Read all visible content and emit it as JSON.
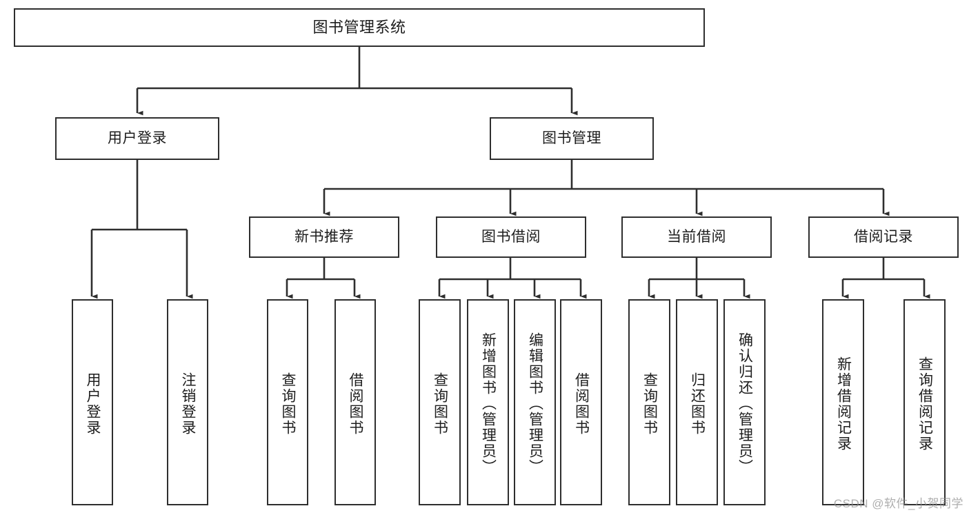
{
  "diagram": {
    "type": "tree-hierarchy",
    "title": "图书管理系统",
    "watermark": "CSDN @软件_小贺同学",
    "colors": {
      "box_stroke": "#2e2e2e",
      "box_fill": "#ffffff",
      "connector": "#2e2e2e",
      "text": "#1d1d1d",
      "watermark": "#8f8f8f",
      "background": "#ffffff"
    },
    "nodes": {
      "root": {
        "label": "图书管理系统",
        "orientation": "horizontal"
      },
      "level2": [
        {
          "label": "用户登录",
          "orientation": "horizontal"
        },
        {
          "label": "图书管理",
          "orientation": "horizontal"
        }
      ],
      "level3": [
        {
          "label": "新书推荐",
          "orientation": "horizontal"
        },
        {
          "label": "图书借阅",
          "orientation": "horizontal"
        },
        {
          "label": "当前借阅",
          "orientation": "horizontal"
        },
        {
          "label": "借阅记录",
          "orientation": "horizontal"
        }
      ],
      "leaves_user_login": [
        {
          "label": "用户登录",
          "orientation": "vertical"
        },
        {
          "label": "注销登录",
          "orientation": "vertical"
        }
      ],
      "leaves_new_books": [
        {
          "label": "查询图书",
          "orientation": "vertical"
        },
        {
          "label": "借阅图书",
          "orientation": "vertical"
        }
      ],
      "leaves_borrow": [
        {
          "label": "查询图书",
          "orientation": "vertical"
        },
        {
          "label": "新增图书（管理员）",
          "orientation": "vertical"
        },
        {
          "label": "编辑图书（管理员）",
          "orientation": "vertical"
        },
        {
          "label": "借阅图书",
          "orientation": "vertical"
        }
      ],
      "leaves_current": [
        {
          "label": "查询图书",
          "orientation": "vertical"
        },
        {
          "label": "归还图书",
          "orientation": "vertical"
        },
        {
          "label": "确认归还（管理员）",
          "orientation": "vertical"
        }
      ],
      "leaves_records": [
        {
          "label": "新增借阅记录",
          "orientation": "vertical"
        },
        {
          "label": "查询借阅记录",
          "orientation": "vertical"
        }
      ]
    }
  }
}
